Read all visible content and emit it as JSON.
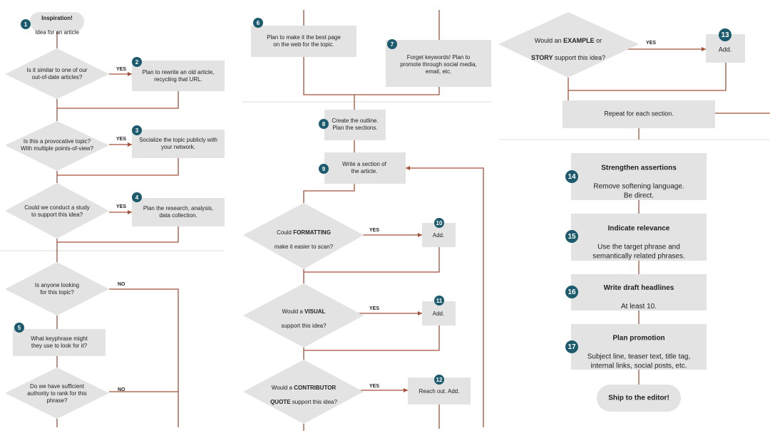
{
  "colors": {
    "box": "#e3e3e3",
    "connector": "#a5513a",
    "badge": "#1c5a6e",
    "divider": "#dddddd"
  },
  "col1": {
    "start": {
      "title": "Inspiration!",
      "text": "Idea for an article"
    },
    "d1": "Is it similar to one of our\nout-of-date articles?",
    "d1_yes": "YES",
    "b2": "Plan to rewrite an old article,\nrecycling that URL.",
    "d2": "Is this a provocative topic?\nWith multiple points-of-view?",
    "d2_yes": "YES",
    "b3": "Socialize the topic publicly with\nyour network.",
    "d3": "Could we conduct a study\nto support this idea?",
    "d3_yes": "YES",
    "b4": "Plan the research, analysis,\ndata collection.",
    "d4": "Is anyone looking\nfor this topic?",
    "d4_no": "NO",
    "b5": "What keyphrase might\nthey use to look for it?",
    "d5": "Do we have sufficient\nauthority to rank for this\nphrase?",
    "d5_no": "NO"
  },
  "col2": {
    "b6": "Plan to make it the best page\non the web for the topic.",
    "b7": "Forget keywords! Plan to\npromote through social media,\nemail, etc.",
    "b8": "Create the outline.\nPlan the sections.",
    "b9": "Write a section of\nthe article.",
    "d6_pre": "Could ",
    "d6_bold": "FORMATTING",
    "d6_post": "make it easier to scan?",
    "d6_yes": "YES",
    "b10": "Add.",
    "d7_pre": "Would a ",
    "d7_bold": "VISUAL",
    "d7_post": "support this idea?",
    "d7_yes": "YES",
    "b11": "Add.",
    "d8_pre": "Would a ",
    "d8_bold": "CONTRIBUTOR",
    "d8_bold2": "QUOTE",
    "d8_post": " support this idea?",
    "d8_yes": "YES",
    "b12": "Reach out. Add."
  },
  "col3": {
    "d9_pre": "Would an ",
    "d9_bold": "EXAMPLE",
    "d9_mid": " or",
    "d9_bold2": "STORY",
    "d9_post": " support this idea?",
    "d9_yes": "YES",
    "b13": "Add.",
    "repeat": "Repeat for each section.",
    "b14_title": "Strengthen assertions",
    "b14_text": "Remove softening language.\nBe direct.",
    "b15_title": "Indicate relevance",
    "b15_text": "Use the target phrase and\nsemantically related phrases.",
    "b16_title": "Write draft headlines",
    "b16_text": "At least 10.",
    "b17_title": "Plan promotion",
    "b17_text": "Subject line, teaser text, title tag,\ninternal links, social posts, etc.",
    "end": "Ship to the editor!"
  },
  "badges": [
    "1",
    "2",
    "3",
    "4",
    "5",
    "6",
    "7",
    "8",
    "9",
    "10",
    "11",
    "12",
    "13",
    "14",
    "15",
    "16",
    "17"
  ]
}
